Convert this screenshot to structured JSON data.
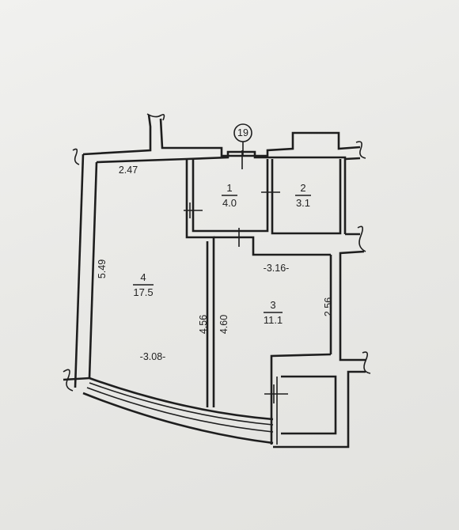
{
  "plan": {
    "axis_marker": "19",
    "rooms": [
      {
        "number": "1",
        "area": "4.0"
      },
      {
        "number": "2",
        "area": "3.1"
      },
      {
        "number": "3",
        "area": "11.1"
      },
      {
        "number": "4",
        "area": "17.5"
      }
    ],
    "dimensions": {
      "room4_top": "2.47",
      "room4_left": "5.49",
      "room4_bottom": "-3.08-",
      "room4_right": "4.56",
      "room3_left": "4.60",
      "room3_top": "-3.16-",
      "room3_right": "2.56"
    }
  }
}
